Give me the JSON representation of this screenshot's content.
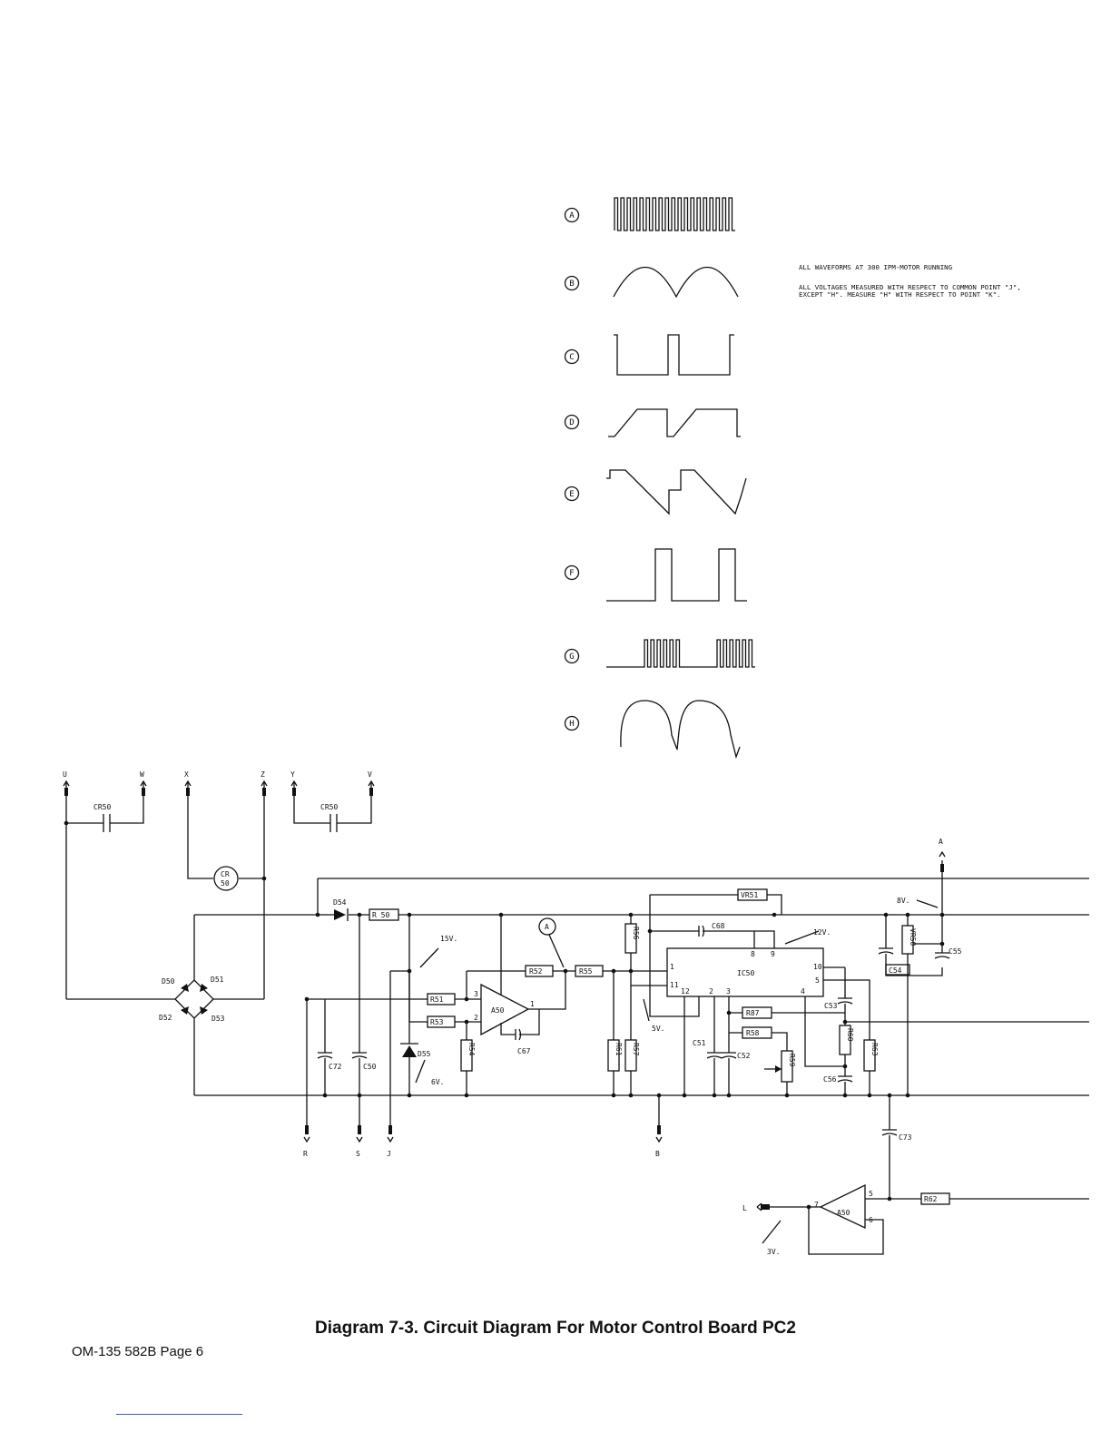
{
  "waveforms": {
    "labels": [
      "A",
      "B",
      "C",
      "D",
      "E",
      "F",
      "G",
      "H"
    ],
    "notes": [
      "ALL WAVEFORMS AT 300 IPM-MOTOR RUNNING",
      "ALL VOLTAGES MEASURED WITH RESPECT TO COMMON POINT \"J\", EXCEPT \"H\". MEASURE \"H\" WITH RESPECT TO POINT \"K\"."
    ]
  },
  "terminals_top": [
    "U",
    "W",
    "X",
    "Z",
    "Y",
    "V"
  ],
  "terminals_bottom": [
    "R",
    "S",
    "J",
    "B"
  ],
  "terminal_a": "A",
  "terminal_l": "L",
  "components": {
    "cr50_left": "CR50",
    "cr50_right": "CR50",
    "cr50_circle_1": "CR",
    "cr50_circle_2": "50",
    "d50": "D50",
    "d51": "D51",
    "d52": "D52",
    "d53": "D53",
    "d54": "D54",
    "d55": "D55",
    "r50": "R 50",
    "r51": "R51",
    "r52": "R52",
    "r53": "R53",
    "r54": "R54",
    "r55": "R55",
    "r56": "R56",
    "r57": "R57",
    "r58": "R58",
    "r59": "R59",
    "r60": "R60",
    "r61": "R61",
    "r62": "R62",
    "r63": "R63",
    "r87": "R87",
    "vr50": "VR50",
    "vr51": "VR51",
    "c50": "C50",
    "c51": "C51",
    "c52": "C52",
    "c53": "C53",
    "c54": "C54",
    "c55": "C55",
    "c56": "C56",
    "c67": "C67",
    "c68": "C68",
    "c72": "C72",
    "c73": "C73",
    "a50_top": "A50",
    "a50_bottom": "A50",
    "ic50": "IC50",
    "test_point_a": "A"
  },
  "voltages": {
    "v15": "15V.",
    "v6": "6V.",
    "v5": "5V.",
    "v12": "12V.",
    "v8": "8V.",
    "v3": "3V."
  },
  "pins": {
    "a50_in_plus": "3",
    "a50_in_minus": "2",
    "a50_out": "1",
    "ic50_8": "8",
    "ic50_9": "9",
    "ic50_10": "10",
    "ic50_11": "11",
    "ic50_1": "1",
    "ic50_12": "12",
    "ic50_2": "2",
    "ic50_3": "3",
    "ic50_4": "4",
    "ic50_5": "5",
    "a50b_5": "5",
    "a50b_6": "6",
    "a50b_7": "7"
  },
  "caption": "Diagram 7-3. Circuit Diagram For Motor Control Board PC2",
  "footer": "OM-135 582B Page 6"
}
